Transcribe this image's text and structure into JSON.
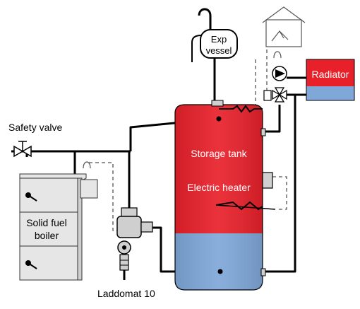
{
  "labels": {
    "exp_vessel_line1": "Exp",
    "exp_vessel_line2": "vessel",
    "radiator": "Radiator",
    "safety_valve": "Safety valve",
    "storage_tank": "Storage tank",
    "electric_heater": "Electric heater",
    "boiler_line1": "Solid fuel",
    "boiler_line2": "boiler",
    "laddomat": "Laddomat 10"
  },
  "colors": {
    "tank_red": "#e8202a",
    "tank_blue": "#7fa7d8",
    "pipe": "#000000",
    "boiler_gray": "#e6e6e6",
    "sensor_line": "#555555"
  }
}
